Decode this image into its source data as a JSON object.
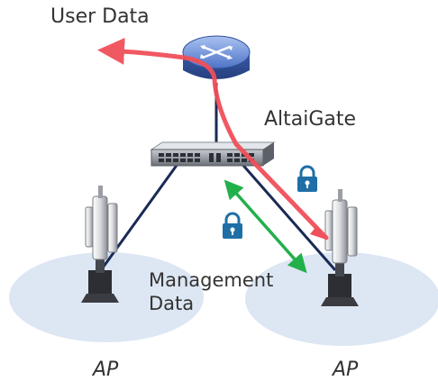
{
  "labels": {
    "user_data": "User Data",
    "gateway": "AltaiGate",
    "management_line1": "Management",
    "management_line2": "Data",
    "ap_left": "AP",
    "ap_right": "AP"
  },
  "colors": {
    "user_data_arrow": "#f0505a",
    "management_arrow": "#22b04a",
    "link_line": "#1a2a55",
    "lock": "#1f6fa6",
    "coverage_ellipse": "#dde6f3",
    "router": "#5a7fd0"
  },
  "icons": [
    "router-icon",
    "switch-icon",
    "lock-icon",
    "access-point-icon"
  ]
}
